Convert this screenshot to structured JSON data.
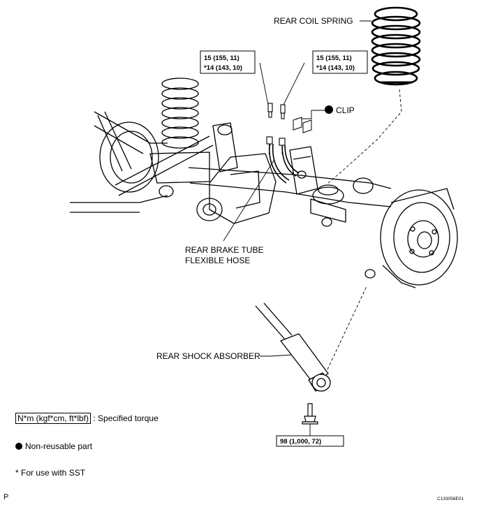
{
  "labels": {
    "rear_coil_spring": "REAR COIL SPRING",
    "clip": "CLIP",
    "brake_tube_line1": "REAR BRAKE TUBE",
    "brake_tube_line2": "FLEXIBLE HOSE",
    "shock_absorber": "REAR SHOCK ABSORBER"
  },
  "torques": {
    "left": {
      "line1": "15 (155, 11)",
      "line2": "*14 (143, 10)"
    },
    "right": {
      "line1": "15 (155, 11)",
      "line2": "*14 (143, 10)"
    },
    "bolt": "98 (1,000, 72)"
  },
  "legend": {
    "torque_box": "N*m (kgf*cm, ft*lbf)",
    "torque_desc": ": Specified torque",
    "non_reusable": "Non-reusable part",
    "sst_note": "* For use with SST"
  },
  "corner": {
    "left": "P",
    "right": "C133056E01"
  },
  "icons": {
    "non_reusable_marker": "filled-circle",
    "clip_marker": "filled-circle"
  }
}
